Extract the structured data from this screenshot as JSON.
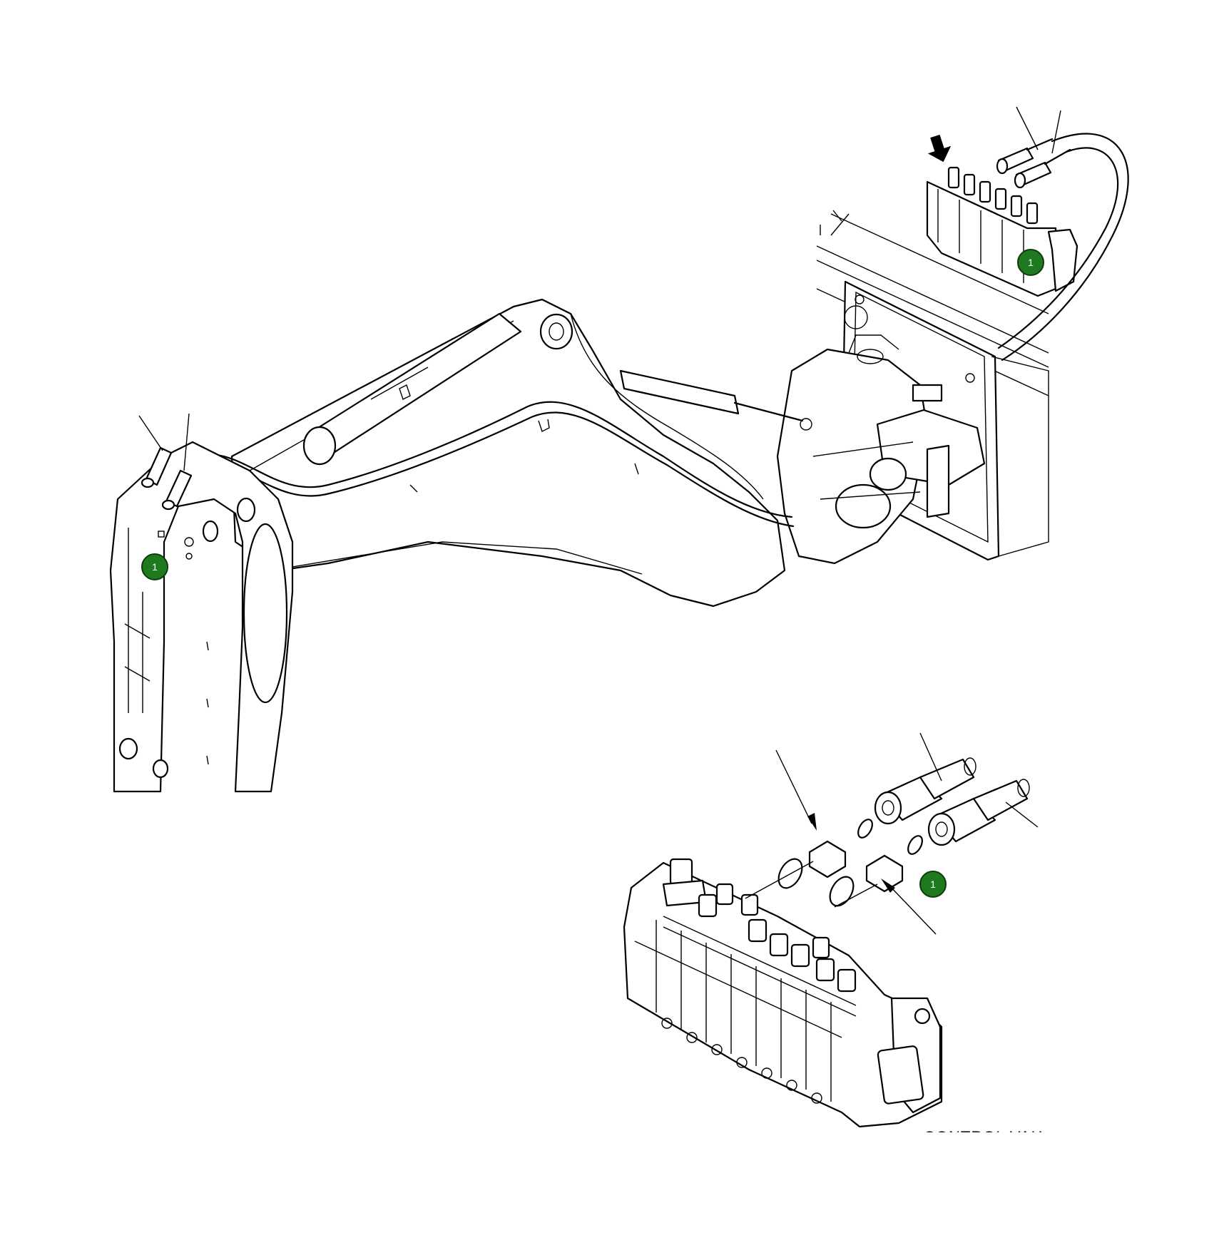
{
  "callouts": [
    {
      "id": "callout-top-valve",
      "label": "1"
    },
    {
      "id": "callout-boom",
      "label": "1"
    },
    {
      "id": "callout-detail",
      "label": "1"
    }
  ],
  "caption": {
    "text": "CONTROL VALVE"
  },
  "colors": {
    "badge": "#1f7a1f",
    "line": "#000000",
    "background": "#ffffff"
  }
}
